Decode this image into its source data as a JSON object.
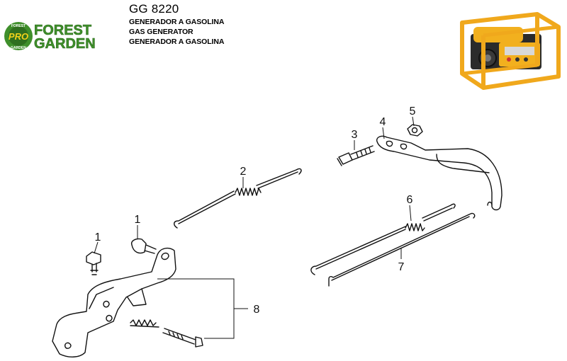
{
  "header": {
    "model": "GG 8220",
    "lines": [
      "GENERADOR A GASOLINA",
      "GAS GENERATOR",
      "GENERADOR A GASOLINA"
    ]
  },
  "logo": {
    "badge_text": "PRO",
    "ring_top": "FOREST",
    "ring_bottom": "GARDEN",
    "brand_line1": "FOREST",
    "brand_line2": "GARDEN",
    "colors": {
      "green": "#3f8f2b",
      "badge_text": "#f2d21b"
    }
  },
  "product_image": {
    "frame_color": "#f0a81c",
    "body_color": "#2b2b2b"
  },
  "callouts": [
    {
      "id": "c1a",
      "label": "1"
    },
    {
      "id": "c1b",
      "label": "1"
    },
    {
      "id": "c2",
      "label": "2"
    },
    {
      "id": "c3",
      "label": "3"
    },
    {
      "id": "c4",
      "label": "4"
    },
    {
      "id": "c5",
      "label": "5"
    },
    {
      "id": "c6",
      "label": "6"
    },
    {
      "id": "c7",
      "label": "7"
    },
    {
      "id": "c8",
      "label": "8"
    }
  ]
}
